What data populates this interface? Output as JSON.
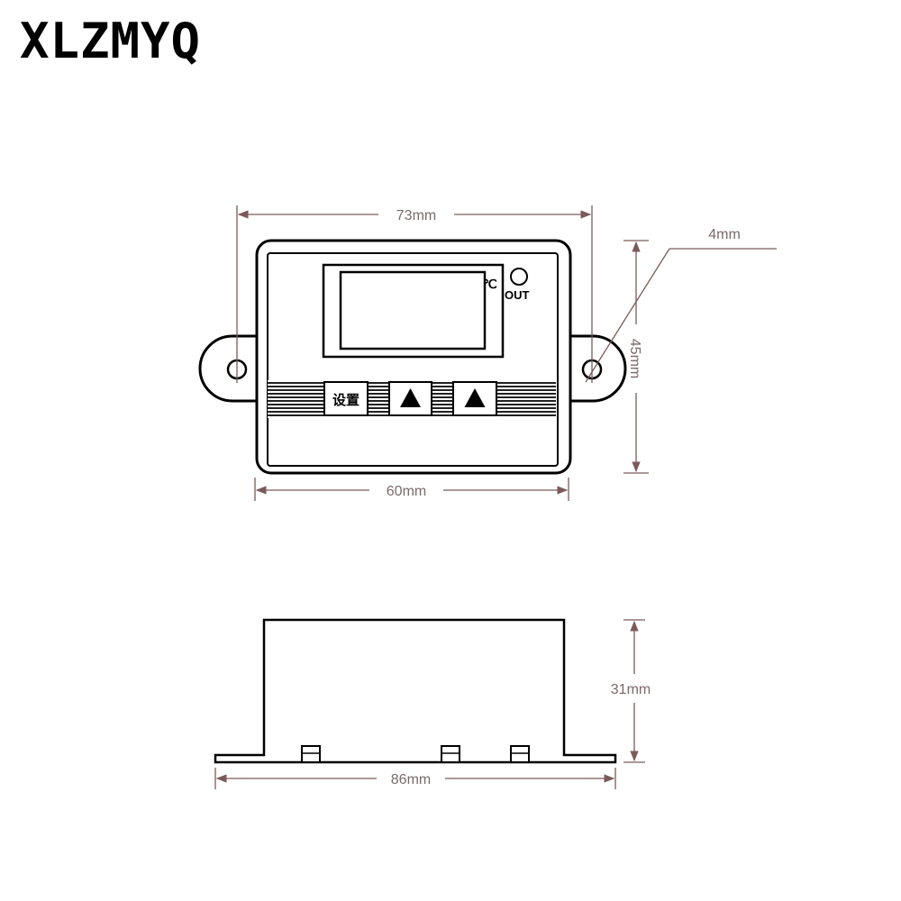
{
  "header": {
    "brand": "XLZMYQ"
  },
  "front_view": {
    "unit_label": "℃",
    "out_label": "OUT",
    "buttons": [
      {
        "label": "设置",
        "icon": "text"
      },
      {
        "label": "",
        "icon": "up-triangle-icon"
      },
      {
        "label": "",
        "icon": "up-triangle-icon"
      }
    ],
    "dimensions": {
      "width_total": "73mm",
      "width_panel": "60mm",
      "height": "45mm",
      "hole": "4mm"
    }
  },
  "side_view": {
    "dimensions": {
      "height": "31mm",
      "width": "86mm"
    }
  },
  "colors": {
    "outline": "#000000",
    "dimension_line": "#7a5a5a",
    "dimension_text": "#7a6a6a"
  }
}
